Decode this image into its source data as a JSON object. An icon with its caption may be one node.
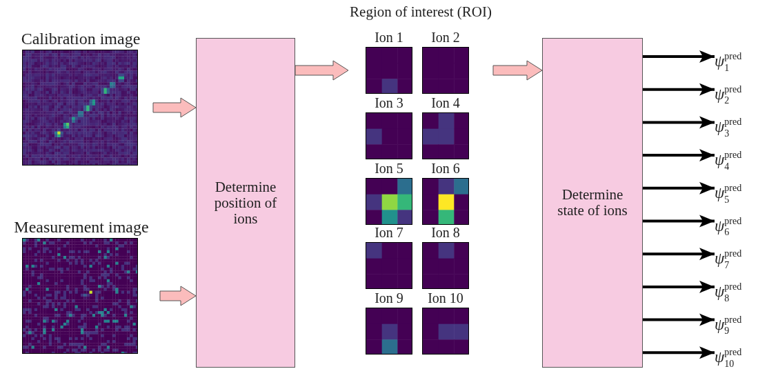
{
  "diagram": {
    "nodes": [
      {
        "text": [
          "Calibration image"
        ]
      },
      {
        "text": [
          "Measurement image"
        ]
      },
      {
        "text": [
          "Determine position of ions"
        ]
      },
      {
        "text": [
          "Region of interest (ROI)"
        ]
      },
      {
        "text": [
          "Ion 1"
        ],
        "in": 3
      },
      {
        "text": [
          "Ion 2"
        ],
        "in": 3
      },
      {
        "text": [
          "Ion 3"
        ],
        "in": 3
      },
      {
        "text": [
          "Ion 4"
        ],
        "in": 3
      },
      {
        "text": [
          "Ion 5"
        ],
        "in": 3
      },
      {
        "text": [
          "Ion 6"
        ],
        "in": 3
      },
      {
        "text": [
          "Ion 7"
        ],
        "in": 3
      },
      {
        "text": [
          "Ion 8"
        ],
        "in": 3
      },
      {
        "text": [
          "Ion 9"
        ],
        "in": 3
      },
      {
        "text": [
          "Ion 10"
        ],
        "in": 3
      },
      {
        "text": [
          "Determine state of ions"
        ]
      },
      {
        "text": [
          "*ψ*$_{1}$$^{pred}$"
        ]
      },
      {
        "text": [
          "*ψ*$_{2}$$^{pred}$"
        ]
      },
      {
        "text": [
          "*ψ*$_{3}$$^{pred}$"
        ]
      },
      {
        "text": [
          "*ψ*$_{4}$$^{pred}$"
        ]
      },
      {
        "text": [
          "*ψ*$_{5}$$^{pred}$"
        ]
      },
      {
        "text": [
          "*ψ*$_{6}$$^{pred}$"
        ]
      },
      {
        "text": [
          "*ψ*$_{7}$$^{pred}$"
        ]
      },
      {
        "text": [
          "*ψ*$_{8}$$^{pred}$"
        ]
      },
      {
        "text": [
          "*ψ*$_{9}$$^{pred}$"
        ]
      },
      {
        "text": [
          "*ψ*$_{10}$$^{pred}$"
        ]
      }
    ],
    "edges": [
      {
        "from": 0,
        "to": 2,
        "arrow": "to",
        "style": "thick",
        "color": "#fbbcbc"
      },
      {
        "from": 1,
        "to": 2,
        "arrow": "to",
        "style": "thick",
        "color": "#fbbcbc"
      },
      {
        "from": 2,
        "to": 3,
        "arrow": "to",
        "style": "thick",
        "color": "#fbbcbc"
      },
      {
        "from": 3,
        "to": 14,
        "arrow": "to",
        "style": "thick",
        "color": "#fbbcbc"
      },
      {
        "from": 14,
        "to": 15,
        "arrow": "to"
      },
      {
        "from": 14,
        "to": 16,
        "arrow": "to"
      },
      {
        "from": 14,
        "to": 17,
        "arrow": "to"
      },
      {
        "from": 14,
        "to": 18,
        "arrow": "to"
      },
      {
        "from": 14,
        "to": 19,
        "arrow": "to"
      },
      {
        "from": 14,
        "to": 20,
        "arrow": "to"
      },
      {
        "from": 14,
        "to": 21,
        "arrow": "to"
      },
      {
        "from": 14,
        "to": 22,
        "arrow": "to"
      },
      {
        "from": 14,
        "to": 23,
        "arrow": "to"
      },
      {
        "from": 14,
        "to": 24,
        "arrow": "to"
      }
    ]
  }
}
